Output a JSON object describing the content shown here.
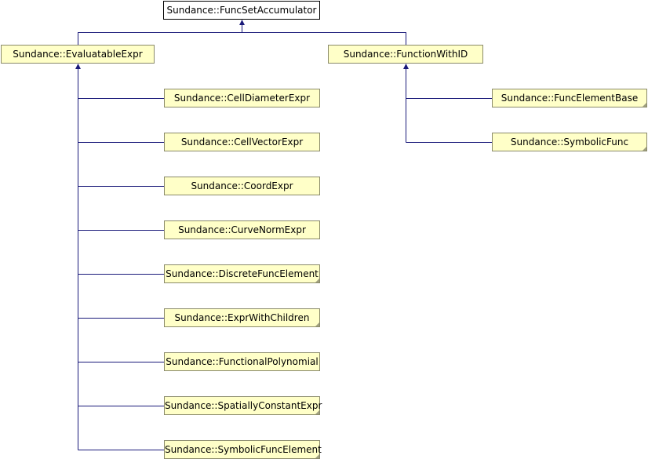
{
  "diagram": {
    "colors": {
      "edge": "#1a1a7a",
      "node_fill": "#ffffc8",
      "root_fill": "#ffffff"
    },
    "nodes": [
      {
        "id": "root",
        "label": "Sundance::FuncSetAccumulator",
        "root": true
      },
      {
        "id": "evaluatable",
        "label": "Sundance::EvaluatableExpr"
      },
      {
        "id": "functionwithid",
        "label": "Sundance::FunctionWithID"
      },
      {
        "id": "celldiameter",
        "label": "Sundance::CellDiameterExpr"
      },
      {
        "id": "cellvector",
        "label": "Sundance::CellVectorExpr"
      },
      {
        "id": "coordexpr",
        "label": "Sundance::CoordExpr"
      },
      {
        "id": "curvenorm",
        "label": "Sundance::CurveNormExpr"
      },
      {
        "id": "discretefunc",
        "label": "Sundance::DiscreteFuncElement",
        "has_more": true
      },
      {
        "id": "exprwithchildren",
        "label": "Sundance::ExprWithChildren",
        "has_more": true
      },
      {
        "id": "functionalpoly",
        "label": "Sundance::FunctionalPolynomial"
      },
      {
        "id": "spatiallyconst",
        "label": "Sundance::SpatiallyConstantExpr",
        "has_more": true
      },
      {
        "id": "symbolicfuncelem",
        "label": "Sundance::SymbolicFuncElement",
        "has_more": true
      },
      {
        "id": "funcelementbase",
        "label": "Sundance::FuncElementBase",
        "has_more": true
      },
      {
        "id": "symbolicfunc",
        "label": "Sundance::SymbolicFunc",
        "has_more": true
      }
    ],
    "edges": [
      {
        "from": "evaluatable",
        "to": "root"
      },
      {
        "from": "functionwithid",
        "to": "root"
      },
      {
        "from": "celldiameter",
        "to": "evaluatable"
      },
      {
        "from": "cellvector",
        "to": "evaluatable"
      },
      {
        "from": "coordexpr",
        "to": "evaluatable"
      },
      {
        "from": "curvenorm",
        "to": "evaluatable"
      },
      {
        "from": "discretefunc",
        "to": "evaluatable"
      },
      {
        "from": "exprwithchildren",
        "to": "evaluatable"
      },
      {
        "from": "functionalpoly",
        "to": "evaluatable"
      },
      {
        "from": "spatiallyconst",
        "to": "evaluatable"
      },
      {
        "from": "symbolicfuncelem",
        "to": "evaluatable"
      },
      {
        "from": "funcelementbase",
        "to": "functionwithid"
      },
      {
        "from": "symbolicfunc",
        "to": "functionwithid"
      }
    ]
  }
}
